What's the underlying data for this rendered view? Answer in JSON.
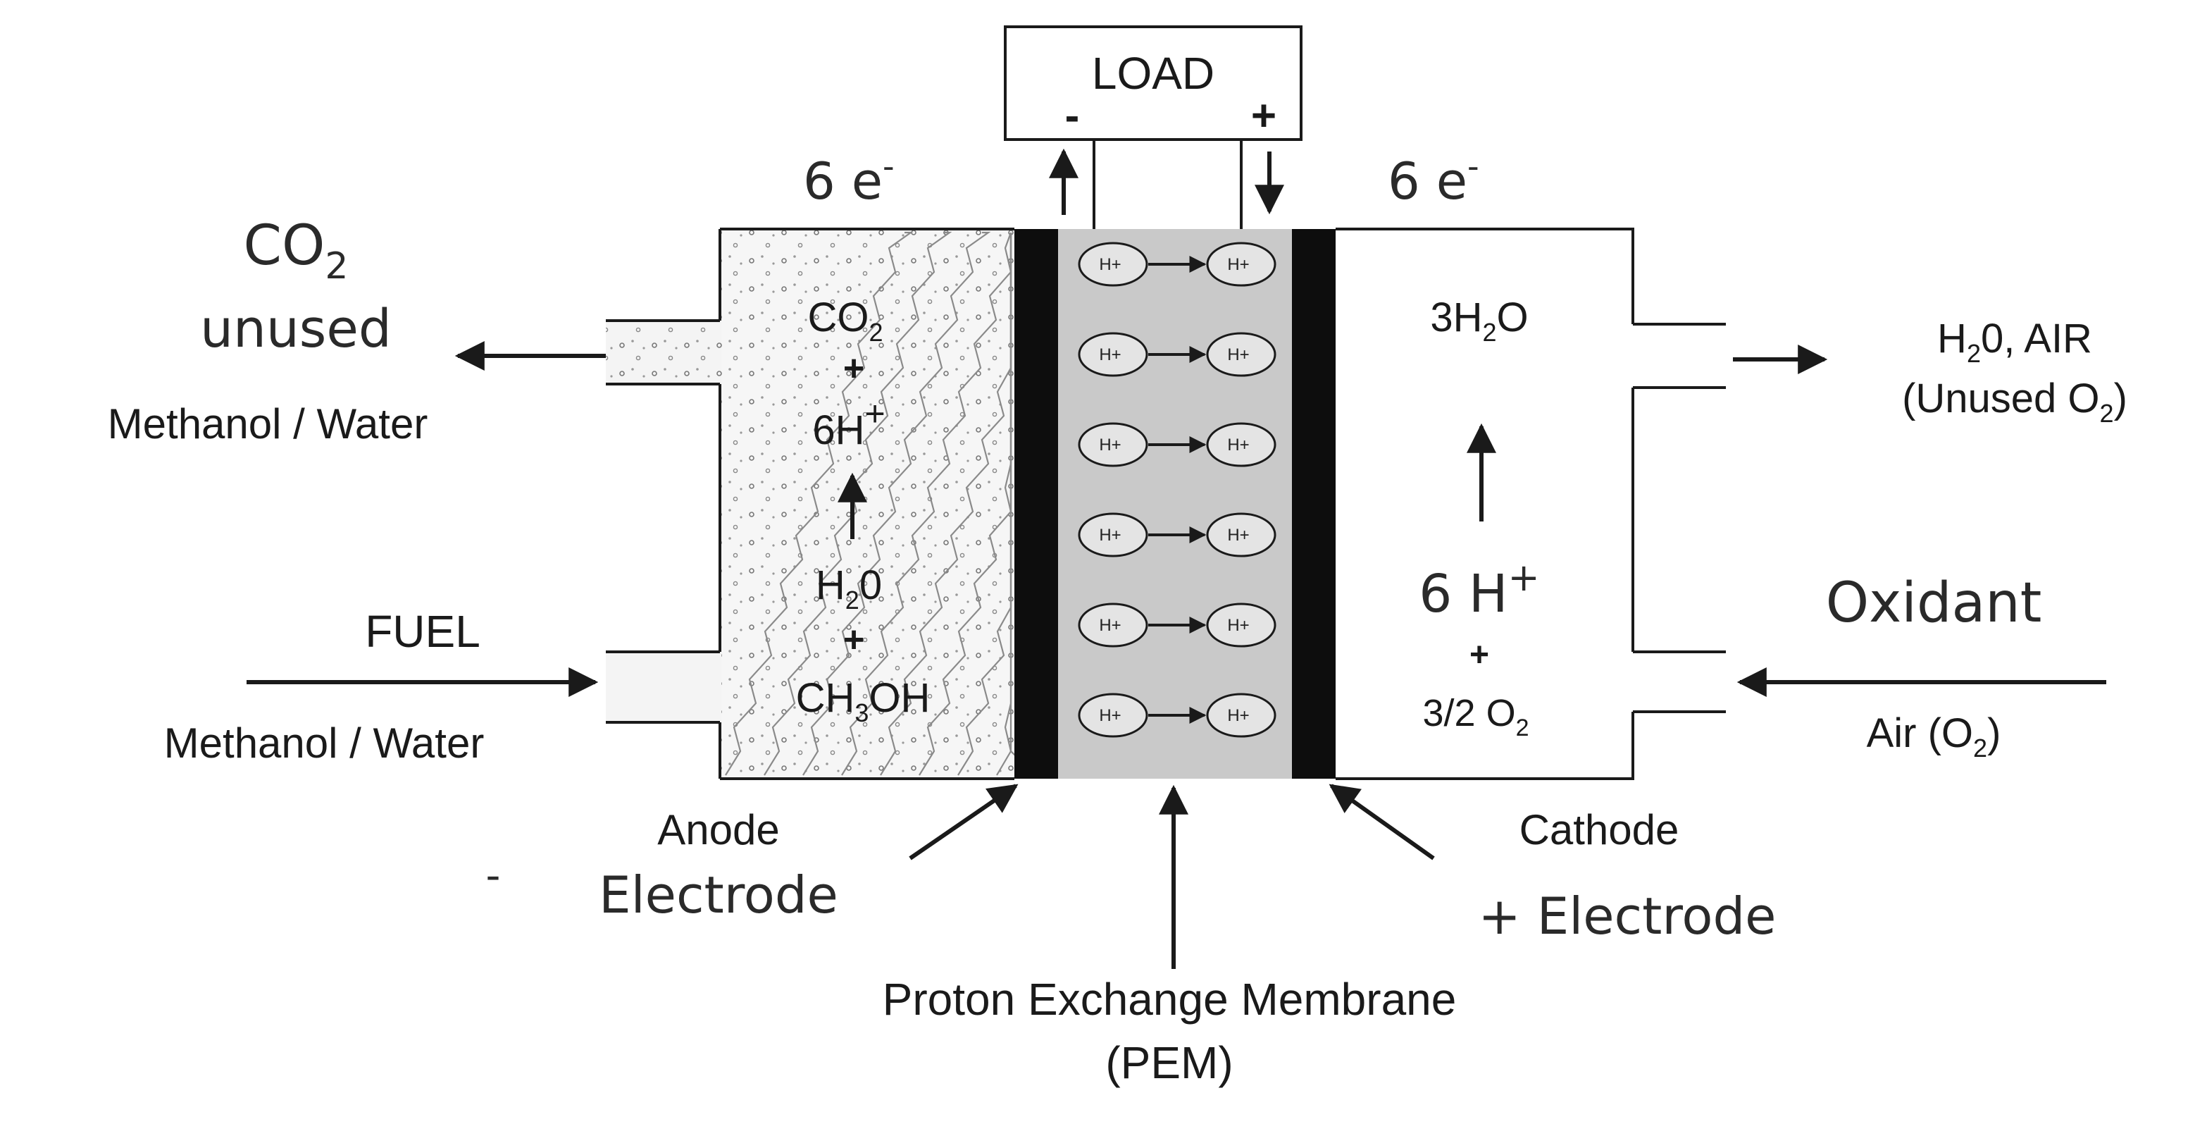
{
  "load": {
    "label": "LOAD",
    "minus": "-",
    "plus": "+"
  },
  "electron_flow": {
    "left": "6 e",
    "right": "6 e",
    "sup": "-"
  },
  "anode_side": {
    "co2_out": {
      "main": "CO",
      "sub": "2"
    },
    "unused": "unused",
    "methanol_water_out": "Methanol / Water",
    "fuel": "FUEL",
    "methanol_water_in": "Methanol / Water"
  },
  "anode_chamber": {
    "co2": {
      "main": "CO",
      "sub": "2"
    },
    "plus1": "+",
    "h_plus": {
      "main": "6H",
      "sup": "+"
    },
    "h2o": {
      "main": "H",
      "sub": "2",
      "tail": "0"
    },
    "plus2": "+",
    "methanol": {
      "main": "CH",
      "sub": "3",
      "tail": "OH"
    }
  },
  "membrane": {
    "proton_label": "H+",
    "rows": 6
  },
  "cathode_chamber": {
    "water": {
      "pre": "3H",
      "sub": "2",
      "tail": "O"
    },
    "h_plus": {
      "main": "6 H",
      "sup": "+"
    },
    "plus": "+",
    "oxygen": {
      "main": "3/2 O",
      "sub": "2"
    }
  },
  "cathode_side": {
    "exhaust": {
      "line1": "H",
      "sub": "2",
      "line1_tail": "0, AIR",
      "line2_pre": "(Unused O",
      "line2_sub": "2",
      "line2_tail": ")"
    },
    "oxidant": "Oxidant",
    "air": {
      "pre": "Air (O",
      "sub": "2",
      "tail": ")"
    }
  },
  "bottom_labels": {
    "anode": "Anode",
    "anode_sign": "-",
    "anode_electrode": "Electrode",
    "cathode": "Cathode",
    "cathode_electrode": "+ Electrode",
    "pem": "Proton Exchange Membrane",
    "pem_abbr": "(PEM)"
  },
  "colors": {
    "membrane": "#c9c9c9",
    "electrode": "#0d0d0d",
    "ink": "#1a1a1a"
  }
}
